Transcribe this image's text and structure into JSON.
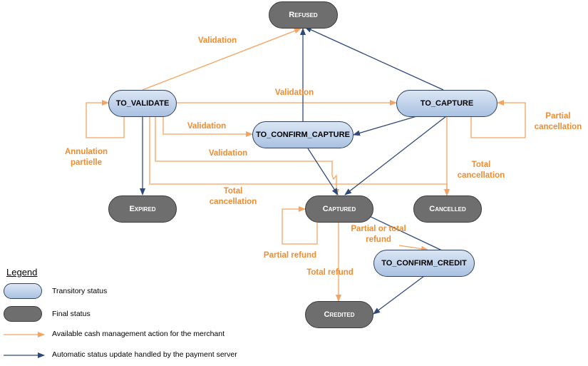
{
  "colors": {
    "merchant_action": "#f4a460",
    "automatic": "#2f4a7a",
    "label_text": "#f08c30"
  },
  "states": {
    "refused": "Refused",
    "to_validate": "TO_VALIDATE",
    "to_capture": "TO_CAPTURE",
    "to_confirm_capture": "TO_CONFIRM_CAPTURE",
    "expired": "Expired",
    "captured": "Captured",
    "cancelled": "Cancelled",
    "to_confirm_credit": "TO_CONFIRM_CREDIT",
    "credited": "Credited"
  },
  "edge_labels": {
    "validation_refused": "Validation",
    "validation_capture": "Validation",
    "validation_confirm": "Validation",
    "validation_captured": "Validation",
    "annulation_line1": "Annulation",
    "annulation_line2": "partielle",
    "total_cancellation_left_line1": "Total",
    "total_cancellation_left_line2": "cancellation",
    "total_cancellation_right_line1": "Total",
    "total_cancellation_right_line2": "cancellation",
    "partial_cancellation_line1": "Partial",
    "partial_cancellation_line2": "cancellation",
    "partial_or_total_refund_line1": "Partial or total",
    "partial_or_total_refund_line2": "refund",
    "partial_refund": "Partial refund",
    "total_refund": "Total refund"
  },
  "legend": {
    "title": "Legend",
    "transitory": "Transitory status",
    "final": "Final status",
    "merchant_action": "Available cash management action for the merchant",
    "automatic": "Automatic status update handled by the payment server"
  }
}
